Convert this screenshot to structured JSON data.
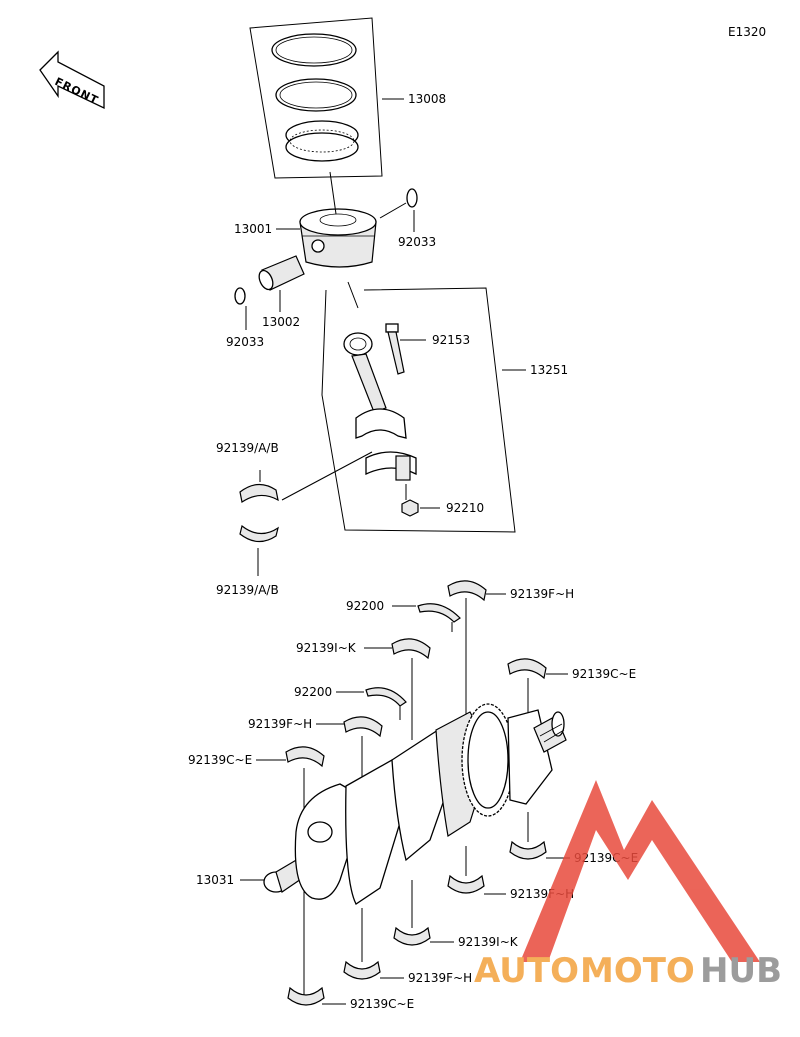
{
  "diagram": {
    "code": "E1320",
    "front_label": "FRONT",
    "labels": {
      "rings": "13008",
      "piston": "13001",
      "clip_right": "92033",
      "pin": "13002",
      "clip_left": "92033",
      "bolt": "92153",
      "rod_assy": "13251",
      "rod_bearing_top": "92139/A/B",
      "rod_bearing_bottom": "92139/A/B",
      "nut": "92210",
      "thrust_upper": "92200",
      "main_f_h_top": "92139F~H",
      "main_i_k_top": "92139I~K",
      "main_c_e_right": "92139C~E",
      "thrust_lower": "92200",
      "main_f_h_mid": "92139F~H",
      "main_c_e_left": "92139C~E",
      "crankshaft": "13031",
      "main_c_e_lower_right": "92139C~E",
      "main_f_h_lower_right": "92139F~H",
      "main_i_k_bottom": "92139I~K",
      "main_f_h_bottom": "92139F~H",
      "main_c_e_bottom": "92139C~E"
    }
  },
  "watermark": {
    "part1": "AUTO",
    "part2": "MOTO",
    "part3": "HUB",
    "colors": {
      "triangle": "#e84a3c",
      "orange": "#f3a23d",
      "gray": "#8b8b8b"
    }
  }
}
